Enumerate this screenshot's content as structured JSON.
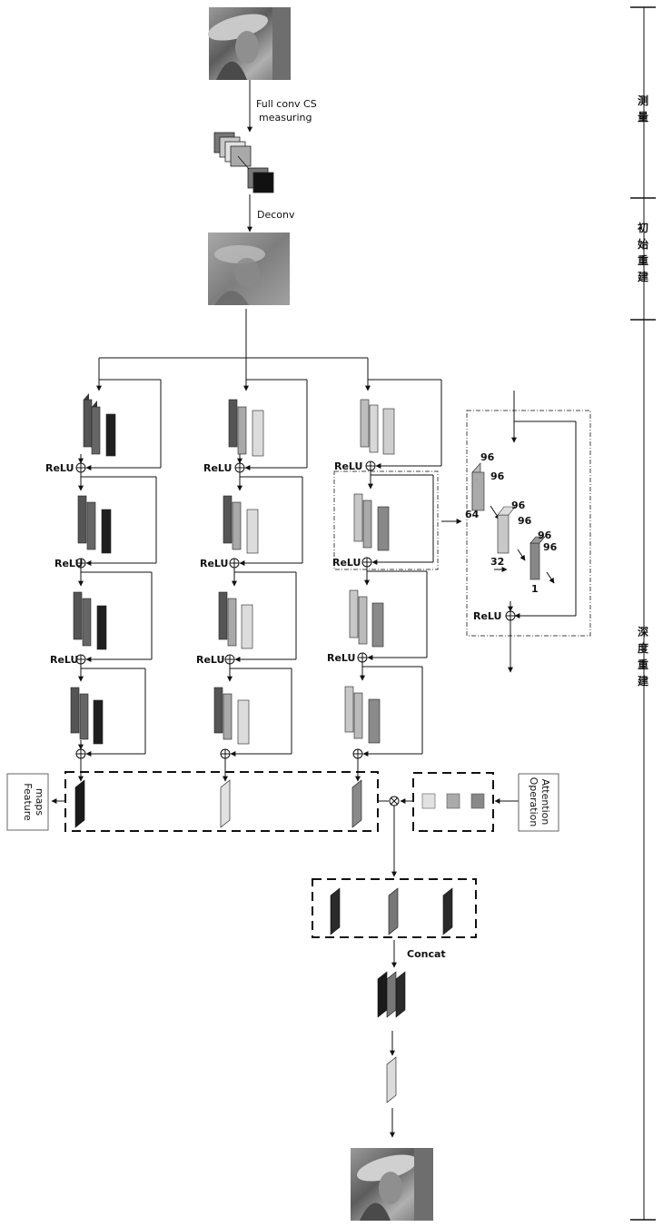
{
  "measure_label_line1": "Full conv CS",
  "measure_label_line2": "measuring",
  "deconv_label": "Deconv",
  "relu_label": "ReLU",
  "concat_label": "Concat",
  "feature_maps_line1": "Feature",
  "feature_maps_line2": "maps",
  "attention_line1": "Attention",
  "attention_line2": "Operation",
  "stage_labels": [
    {
      "chars": [
        "测",
        "量"
      ]
    },
    {
      "chars": [
        "初",
        "始",
        "重",
        "建"
      ]
    },
    {
      "chars": [
        "深",
        "度",
        "重",
        "建"
      ]
    }
  ],
  "detail": {
    "layer1_dims": [
      "96",
      "96",
      "64"
    ],
    "layer2_dims": [
      "96",
      "96",
      "32"
    ],
    "layer3_dims": [
      "96",
      "96",
      "1"
    ],
    "relu": "ReLU"
  },
  "colors": {
    "col1": "#555555",
    "col2": "#9a9a9a",
    "col3": "#c8c8c8",
    "dark": "#222222"
  }
}
